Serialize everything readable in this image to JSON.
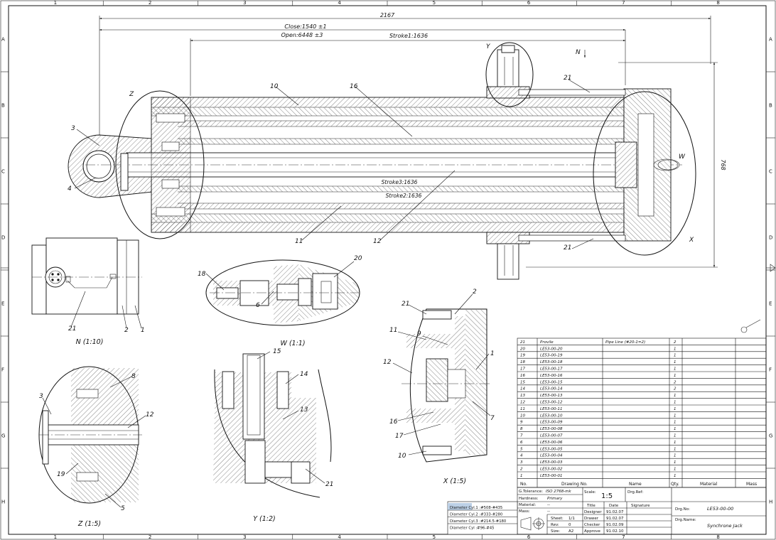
{
  "grid": {
    "columns": [
      "1",
      "2",
      "3",
      "4",
      "5",
      "6",
      "7",
      "8"
    ],
    "rows": [
      "A",
      "B",
      "C",
      "D",
      "E",
      "F",
      "G",
      "H"
    ]
  },
  "dimensions": {
    "overall": "2167",
    "close": "Close:1540 ±1",
    "open": "Open:6448 ±3",
    "stroke1": "Stroke1:1636",
    "stroke2": "Stroke2:1636",
    "stroke3": "Stroke3:1636",
    "height": "768"
  },
  "views": {
    "n": "N (1:10)",
    "w": "W (1:1)",
    "x": "X (1:5)",
    "y": "Y (1:2)",
    "z": "Z (1:5)",
    "n_arrow": "N",
    "w_mark": "W",
    "x_mark": "X",
    "y_mark": "Y",
    "z_mark": "Z"
  },
  "balloons": {
    "main": [
      "3",
      "4",
      "10",
      "16",
      "11",
      "12",
      "21",
      "21"
    ],
    "n_view": [
      "21",
      "2",
      "1"
    ],
    "w_view": [
      "18",
      "6",
      "20"
    ],
    "y_view": [
      "15",
      "14",
      "13",
      "21"
    ],
    "z_view": [
      "3",
      "8",
      "12",
      "19",
      "5"
    ],
    "x_view": [
      "21",
      "2",
      "11",
      "9",
      "12",
      "16",
      "17",
      "10",
      "1",
      "7"
    ]
  },
  "bom": {
    "rows": [
      {
        "no": "21",
        "drawing": "Provile",
        "name": "Pipe Line (#20-1=2)",
        "qty": "2"
      },
      {
        "no": "20",
        "drawing": "LE53-00-20",
        "name": "",
        "qty": "1"
      },
      {
        "no": "19",
        "drawing": "LE53-00-19",
        "name": "",
        "qty": "1"
      },
      {
        "no": "18",
        "drawing": "LE53-00-18",
        "name": "",
        "qty": "1"
      },
      {
        "no": "17",
        "drawing": "LE53-00-17",
        "name": "",
        "qty": "1"
      },
      {
        "no": "16",
        "drawing": "LE53-00-16",
        "name": "",
        "qty": "1"
      },
      {
        "no": "15",
        "drawing": "LE53-00-15",
        "name": "",
        "qty": "2"
      },
      {
        "no": "14",
        "drawing": "LE53-00-14",
        "name": "",
        "qty": "2"
      },
      {
        "no": "13",
        "drawing": "LE53-00-13",
        "name": "",
        "qty": "1"
      },
      {
        "no": "12",
        "drawing": "LE53-00-12",
        "name": "",
        "qty": "1"
      },
      {
        "no": "11",
        "drawing": "LE53-00-11",
        "name": "",
        "qty": "1"
      },
      {
        "no": "10",
        "drawing": "LE53-00-10",
        "name": "",
        "qty": "1"
      },
      {
        "no": "9",
        "drawing": "LE53-00-09",
        "name": "",
        "qty": "1"
      },
      {
        "no": "8",
        "drawing": "LE53-00-08",
        "name": "",
        "qty": "1"
      },
      {
        "no": "7",
        "drawing": "LE53-00-07",
        "name": "",
        "qty": "1"
      },
      {
        "no": "6",
        "drawing": "LE53-00-06",
        "name": "",
        "qty": "1"
      },
      {
        "no": "5",
        "drawing": "LE53-00-05",
        "name": "",
        "qty": "1"
      },
      {
        "no": "4",
        "drawing": "LE53-00-04",
        "name": "",
        "qty": "1"
      },
      {
        "no": "3",
        "drawing": "LE53-00-03",
        "name": "",
        "qty": "1"
      },
      {
        "no": "2",
        "drawing": "LE53-00-02",
        "name": "",
        "qty": "1"
      },
      {
        "no": "1",
        "drawing": "LE53-00-01",
        "name": "",
        "qty": "1"
      }
    ],
    "header": {
      "no": "No.",
      "drawing": "Drawing No.",
      "name": "Name",
      "qty": "Qty.",
      "material": "Material",
      "mass": "Mass"
    }
  },
  "title_block": {
    "tolerance_label": "G.Tolerance:",
    "tolerance_value": "ISO 2768-mk",
    "hardness_label": "Hardness:",
    "hardness_value": "Primary",
    "material_label": "Material:",
    "material_value": "--",
    "mass_label": "Mass:",
    "mass_value": "--",
    "scale_label": "Scale:",
    "scale_value": "1:5",
    "drg_ref_label": "Drg.Ref:",
    "title_col": "Title",
    "date_col": "Date",
    "signature_col": "Signature",
    "sheet_label": "Sheet:",
    "sheet_value": "1/1",
    "rev_label": "Rev:",
    "rev_value": "0",
    "size_label": "Size:",
    "size_value": "A2",
    "people": [
      {
        "title": "Designer",
        "date": "91.02.07"
      },
      {
        "title": "Drawer",
        "date": "91.02.07"
      },
      {
        "title": "Checker",
        "date": "91.02.09"
      },
      {
        "title": "Approve",
        "date": "91.02.10"
      }
    ],
    "drg_no_label": "Drg.No:",
    "drg_no_value": "LE53-00-00",
    "drg_name_label": "Drg.Name:",
    "drg_name_value": "Synchrone Jack",
    "diameters": [
      "Diameter Cyl.1 :#508-#435",
      "Diameter Cyl.2 :#333-#280",
      "Diameter Cyl.3 :#214.5-#180",
      "Diameter Cyl :#96-#45"
    ]
  }
}
